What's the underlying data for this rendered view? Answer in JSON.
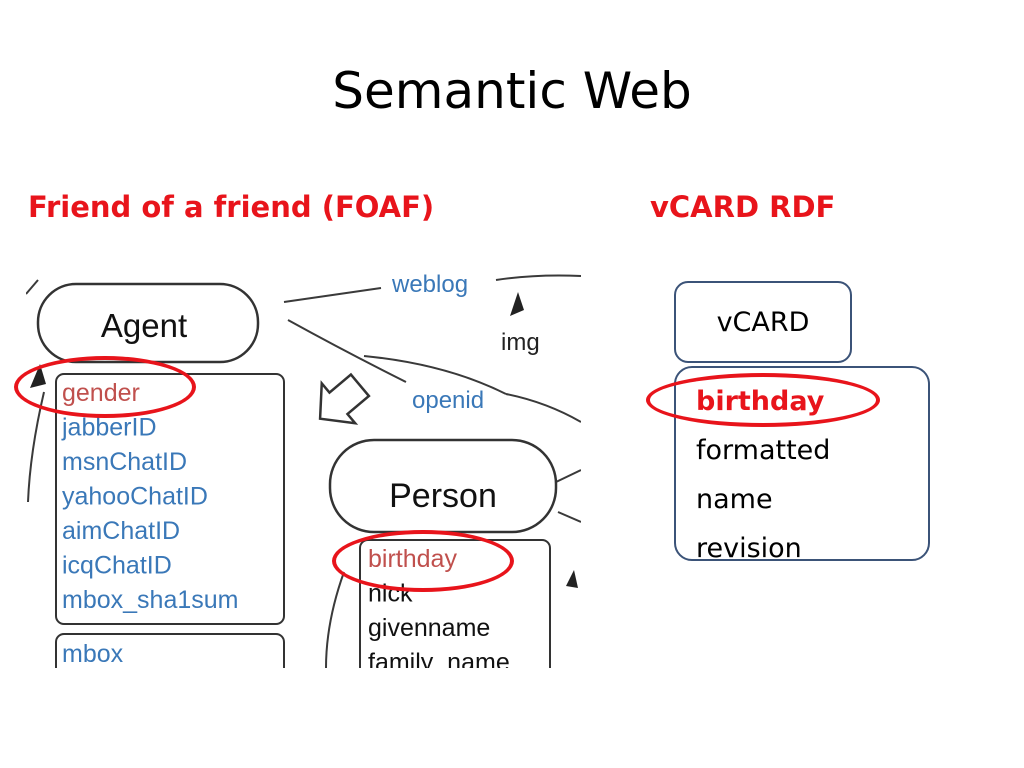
{
  "slide": {
    "title": "Semantic Web",
    "left_heading": "Friend of a friend (FOAF)",
    "right_heading": "vCARD RDF"
  },
  "foaf": {
    "agent_label": "Agent",
    "person_label": "Person",
    "weblog_label": "weblog",
    "img_label": "img",
    "openid_label": "openid",
    "agent_properties": [
      "gender",
      "jabberID",
      "msnChatID",
      "yahooChatID",
      "aimChatID",
      "icqChatID",
      "mbox_sha1sum"
    ],
    "agent_extra": "mbox",
    "person_properties": [
      "birthday",
      "nick",
      "givenname",
      "family_name"
    ],
    "highlighted_color": "#c0504d",
    "property_color": "#3a78b8"
  },
  "vcard": {
    "header": "vCARD",
    "fields": [
      "birthday",
      "formatted",
      "name",
      "revision"
    ]
  },
  "colors": {
    "heading": "#e8141b",
    "box_border": "#3b5378",
    "highlight_ring": "#e8141b"
  }
}
